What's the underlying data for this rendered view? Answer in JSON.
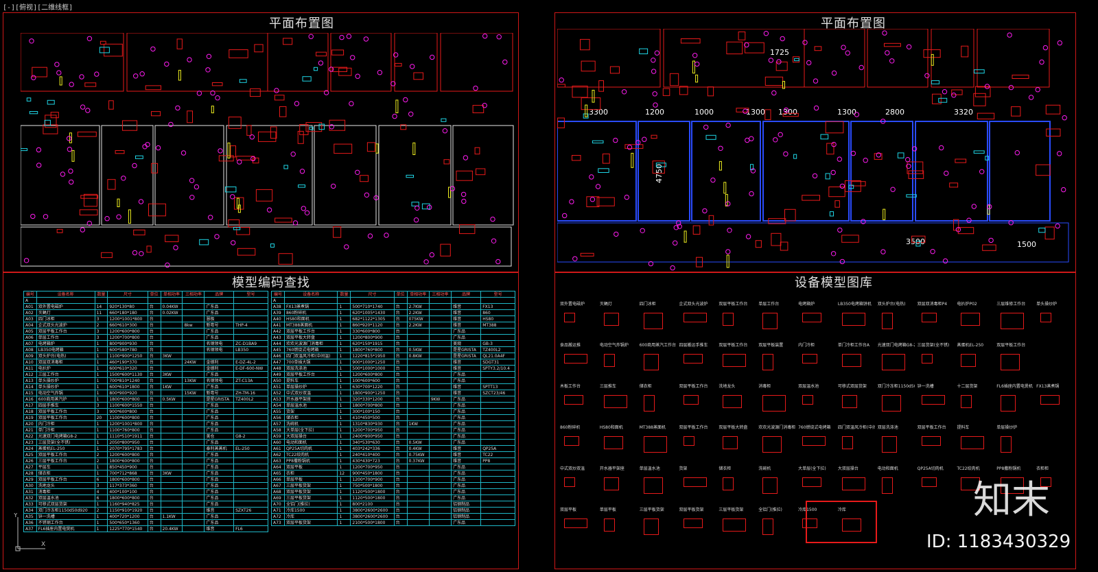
{
  "viewport_label": "[-][俯视][二维线框]",
  "titles": {
    "plan_left": "平面布置图",
    "plan_right": "平面布置图",
    "lookup": "模型编码查找",
    "library": "设备模型图库"
  },
  "dimensions": {
    "top": [
      "1725"
    ],
    "row": [
      "3300",
      "1200",
      "1000",
      "1300",
      "1300",
      "1300",
      "2800",
      "3320"
    ],
    "vertical": [
      "4750"
    ],
    "bottom": [
      "3500",
      "1500"
    ]
  },
  "table_headers": [
    "编号",
    "设备名称",
    "数量",
    "尺寸",
    "单位",
    "单相功率",
    "三相功率",
    "品牌",
    "型号"
  ],
  "table_left": [
    [
      "A",
      "",
      "",
      "",
      "",
      "",
      "",
      "",
      ""
    ],
    [
      "A01",
      "双外置电磁炉",
      "14",
      "920*130*80",
      "台",
      "0.04KW",
      "",
      "广东品",
      ""
    ],
    [
      "A02",
      "灭蝇灯",
      "11",
      "660*180*180",
      "台",
      "0.02KW",
      "",
      "广东品",
      ""
    ],
    [
      "A03",
      "四门冰柜",
      "3",
      "1200*1001*800",
      "台",
      "",
      "",
      "慧极",
      "",
      ""
    ],
    [
      "A04",
      "企式双头光波炉",
      "2",
      "660*610*300",
      "台",
      "",
      "8kw",
      "新粤号",
      "THP-4"
    ],
    [
      "A05",
      "双层平板工作台",
      "3",
      "1200*600*800",
      "台",
      "",
      "",
      "广东品",
      ""
    ],
    [
      "A06",
      "单层工作台",
      "3",
      "1200*700*800",
      "台",
      "",
      "",
      "广东品",
      ""
    ],
    [
      "A07",
      "电烤箱炉",
      "1",
      "800*900*930",
      "台",
      "",
      "",
      "名钢领电",
      "ZC-D1BA9"
    ],
    [
      "A08",
      "LB350电烤箱",
      "1",
      "600*580*780",
      "台",
      "",
      "",
      "名钢领电",
      "LB350"
    ],
    [
      "A09",
      "双头炉台(电热)",
      "1",
      "1100*900*1250",
      "台",
      "3KW",
      "",
      "",
      ""
    ],
    [
      "A10",
      "双层双消毒柜",
      "1",
      "460*190*370",
      "台",
      "",
      "24KW",
      "金德利",
      "E-DZ-4L-2"
    ],
    [
      "A11",
      "电扒炉",
      "1",
      "600*610*320",
      "台",
      "",
      "",
      "金德利",
      "E-DF-600-NW"
    ],
    [
      "A12",
      "三层工作台",
      "1",
      "1500*600*1130",
      "台",
      "3KW",
      "",
      "广东品",
      ""
    ],
    [
      "A13",
      "单头操炒炉",
      "1",
      "700*810*1240",
      "台",
      "",
      "13KW",
      "名钢领电",
      "ZT-C13A"
    ],
    [
      "A14",
      "单头操炒炉",
      "1",
      "600*610*1800",
      "台",
      "1KW",
      "",
      "广东品",
      ""
    ],
    [
      "A15",
      "电动空气炸锅",
      "1",
      "800*900*920",
      "台",
      "",
      "15KW",
      "新粤号",
      "ZH-TM-16"
    ],
    [
      "A16",
      "600商用蒸汽炉",
      "1",
      "1800*600*800",
      "台",
      "0.5KW",
      "",
      "是星GRISTA",
      "TZ400L2"
    ],
    [
      "A17",
      "四层手推车",
      "3",
      "1100*600*1550",
      "台",
      "",
      "",
      "广东品",
      ""
    ],
    [
      "A18",
      "双层平板工作台",
      "3",
      "900*600*800",
      "台",
      "",
      "",
      "广东品",
      ""
    ],
    [
      "A19",
      "双层平板工作台",
      "20",
      "1100*600*800",
      "台",
      "",
      "",
      "广东品",
      ""
    ],
    [
      "A20",
      "内门冷柜",
      "1",
      "1200*1001*800",
      "台",
      "",
      "",
      "广东品",
      ""
    ],
    [
      "A21",
      "单门冷柜",
      "1",
      "1100*760*800",
      "台",
      "",
      "",
      "广东品",
      ""
    ],
    [
      "A22",
      "光速双门电烤箱G8-2",
      "1",
      "1110*510*1911",
      "台",
      "",
      "",
      "美仓",
      "G8-2"
    ],
    [
      "A23",
      "三层货架(全不锈)",
      "1",
      "2050*800*950",
      "台",
      "",
      "",
      "广东品",
      ""
    ],
    [
      "A24",
      "蒸蛋机EL-250",
      "1",
      "2070*795*1783",
      "台",
      "",
      "",
      "泰利蒸蒸机",
      "EL-250"
    ],
    [
      "A25",
      "双层平板工作台",
      "2",
      "1200*600*800",
      "台",
      "",
      "",
      "广东品",
      ""
    ],
    [
      "A26",
      "三层平板工作台",
      "2",
      "1800*600*800",
      "台",
      "",
      "",
      "广东品",
      ""
    ],
    [
      "A27",
      "平层车",
      "1",
      "850*450*900",
      "台",
      "",
      "",
      "广东品",
      ""
    ],
    [
      "A28",
      "储衣柜",
      "1",
      "700*712*868",
      "台",
      "3KW",
      "",
      "广东品",
      ""
    ],
    [
      "A29",
      "双层平板工作台",
      "6",
      "1800*600*800",
      "台",
      "",
      "",
      "广东品",
      ""
    ],
    [
      "A30",
      "洗地龙头",
      "3",
      "117*373*360",
      "台",
      "",
      "",
      "广东品",
      ""
    ],
    [
      "A31",
      "消毒柜",
      "4",
      "400*100*100",
      "台",
      "",
      "",
      "广东品",
      ""
    ],
    [
      "A32",
      "双层温水池",
      "6",
      "1800*600*800",
      "台",
      "",
      "",
      "广东品",
      ""
    ],
    [
      "A33",
      "可移式双层货架",
      "1",
      "1160*940*825",
      "台",
      "",
      "",
      "广东品",
      ""
    ],
    [
      "A34",
      "双门冷冻柜1150d50d920",
      "2",
      "1150*910*1920",
      "台",
      "",
      "",
      "维音",
      "SZXT26"
    ],
    [
      "A35",
      "锌一洗槽",
      "1",
      "400*720*1200",
      "台",
      "1.1KW",
      "",
      "广东品",
      ""
    ],
    [
      "A36",
      "不锈钢工作台",
      "1",
      "500*650*1360",
      "台",
      "",
      "",
      "广东品",
      ""
    ],
    [
      "A37",
      "FL6插座内置电煲机",
      "1",
      "1225*770*1540",
      "台",
      "20.4KW",
      "",
      "维音",
      "FL6"
    ]
  ],
  "table_right": [
    [
      "A",
      "",
      "",
      "",
      "",
      "",
      "",
      "",
      ""
    ],
    [
      "A38",
      "FX13蒸煮锅",
      "1",
      "500*710*1740",
      "台",
      "2.7KW",
      "",
      "维音",
      "FX13"
    ],
    [
      "A39",
      "860粉碎机",
      "1",
      "620*1005*1430",
      "台",
      "2.2KW",
      "",
      "维音",
      "860"
    ],
    [
      "A40",
      "HS80和面机",
      "1",
      "682*1122*1305",
      "台",
      "075KW",
      "",
      "维音",
      "HS80"
    ],
    [
      "A41",
      "MT388蒸面机",
      "1",
      "860*920*1120",
      "台",
      "2.2KW",
      "",
      "维音",
      "MT388"
    ],
    [
      "A42",
      "双层平板工作台",
      "1",
      "330*600*800",
      "台",
      "",
      "",
      "广东品",
      ""
    ],
    [
      "A43",
      "双层平板大转盘",
      "1",
      "1200*800*900",
      "台",
      "",
      "",
      "广东品",
      ""
    ],
    [
      "A44",
      "欢欢光波源门消毒柜",
      "1",
      "620*150*1915",
      "台",
      "",
      "",
      "美观",
      "GB-3"
    ],
    [
      "A45",
      "760燃烧式电烤箱",
      "1",
      "1800*760*800",
      "台",
      "0.5KW",
      "",
      "是星GRISTA",
      "TZ400L2"
    ],
    [
      "A46",
      "四门双温风冷柜(中间温)",
      "1",
      "1220*815*1950",
      "台",
      "0.8KW",
      "",
      "是星GRISTA",
      "QL21.0A4F"
    ],
    [
      "A47",
      "700单插大锅",
      "1",
      "900*1000*1250",
      "台",
      "",
      "",
      "维音",
      "SDGT31"
    ],
    [
      "A48",
      "双层洗涤池",
      "1",
      "500*1000*1000",
      "台",
      "",
      "",
      "维音",
      "SPTY3.2/10.4"
    ],
    [
      "A49",
      "双层平板工作台",
      "1",
      "1200*600*800",
      "台",
      "",
      "",
      "广东品",
      ""
    ],
    [
      "A50",
      "提料车",
      "1",
      "100*600*600",
      "台",
      "",
      "",
      "广东品",
      ""
    ],
    [
      "A51",
      "单层操炒炉",
      "1",
      "630*700*1220",
      "台",
      "",
      "",
      "维音",
      "SPTT13"
    ],
    [
      "A52",
      "中式双炒双温",
      "1",
      "1800*900*1250",
      "台",
      "",
      "",
      "维音",
      "SZCT23/46"
    ],
    [
      "A53",
      "开水器平架座",
      "1",
      "320*330*1200",
      "台",
      "",
      "9KW",
      "广东品",
      ""
    ],
    [
      "A54",
      "单层温水池",
      "1",
      "1800*700*800",
      "台",
      "",
      "",
      "广东品",
      ""
    ],
    [
      "A55",
      "货架",
      "1",
      "300*100*150",
      "台",
      "",
      "",
      "广东品",
      ""
    ],
    [
      "A56",
      "储衣柜",
      "1",
      "410*450*500",
      "台",
      "",
      "",
      "广东品",
      ""
    ],
    [
      "A57",
      "洗碗机",
      "1",
      "1310*830*930",
      "台",
      "1KW",
      "",
      "广东品",
      ""
    ],
    [
      "A58",
      "大单层(全下拉)",
      "1",
      "1200*700*950",
      "台",
      "",
      "",
      "广东品",
      ""
    ],
    [
      "A59",
      "大双层操台",
      "1",
      "2400*900*950",
      "台",
      "",
      "",
      "广东品",
      ""
    ],
    [
      "A60",
      "电动和面机",
      "1",
      "340*530*630",
      "台",
      "0.5KW",
      "",
      "广东品",
      ""
    ],
    [
      "A61",
      "QP25A切肉机",
      "1",
      "403*242*336",
      "台",
      "0.4KW",
      "",
      "维音",
      "QP25A"
    ],
    [
      "A62",
      "TC22绞肉机",
      "1",
      "240*410*400",
      "台",
      "0.75KW",
      "",
      "维音",
      "TC22"
    ],
    [
      "A63",
      "PP8撒粉锅机",
      "1",
      "430*430*723",
      "台",
      "0.37KW",
      "",
      "维音",
      "PP8"
    ],
    [
      "A64",
      "双层平板",
      "1",
      "1200*700*950",
      "台",
      "",
      "",
      "广东品",
      ""
    ],
    [
      "A65",
      "衣柜",
      "12",
      "900*450*1800",
      "台",
      "",
      "",
      "广东品",
      ""
    ],
    [
      "A66",
      "单层平板",
      "1",
      "1200*700*900",
      "台",
      "",
      "",
      "广东品",
      ""
    ],
    [
      "A67",
      "三层平板货架",
      "1",
      "750*500*1800",
      "台",
      "",
      "",
      "广东品",
      ""
    ],
    [
      "A68",
      "双层平板货架",
      "1",
      "1120*500*1800",
      "台",
      "",
      "",
      "广东品",
      ""
    ],
    [
      "A69",
      "三层平板货架",
      "1",
      "1120*500*1800",
      "台",
      "",
      "",
      "广东品",
      ""
    ],
    [
      "A70",
      "全铝门(推拉)",
      "1",
      "800*2100",
      "台",
      "",
      "",
      "铝钢制品",
      ""
    ],
    [
      "A71",
      "冷库1500",
      "1",
      "3800*2600*2600",
      "台",
      "",
      "",
      "铝钢制品",
      ""
    ],
    [
      "A72",
      "冷库",
      "1",
      "3800*2600*2600",
      "台",
      "",
      "",
      "铝钢制品",
      ""
    ],
    [
      "A73",
      "双层平板货架",
      "1",
      "2100*500*1800",
      "台",
      "",
      "",
      "广东品",
      ""
    ]
  ],
  "library_rows": [
    [
      "双外置电磁炉",
      "灭蝇灯",
      "四门冰柜",
      "企式双头光波炉",
      "双层平板工作台",
      "单层工作台",
      "电烤箱炉",
      "LB350电烤箱饼机",
      "双头炉台(电热)",
      "双层双消毒柜P4",
      "电扒炉P02",
      "三层维修工作台",
      "单头操炒炉"
    ],
    [
      "食品搬运推",
      "电动空气炸锅炉",
      "600商用蒸汽工作台",
      "四层搬运手推车",
      "双层平板工作台",
      "双层平板装置",
      "内门冷柜",
      "单门冷柜工作台A",
      "光速双门电烤箱G8-2",
      "三层货架(全不锈)",
      "蒸蛋机EL-250",
      "双层平板工作台"
    ],
    [
      "木板工作台",
      "三层推车",
      "储衣柜",
      "双层平板工作台",
      "洗地龙头",
      "消毒柜",
      "双层温水池",
      "可移式双层货架",
      "双门冷冻柜1150d50d920",
      "锌一洗槽",
      "十二层货架",
      "FL6插座内置电煲机",
      "FX13蒸煮锅"
    ],
    [
      "860粉碎机",
      "HS80和面机",
      "MT388蒸面机",
      "双层平板工作台",
      "双层平板大转盘",
      "欢欢光波源门消毒柜",
      "760燃烧式电烤箱",
      "四门双温风冷柜(中间温)700单插大锅",
      "双层洗涤池",
      "双层平板工作台",
      "提料车",
      "单层操炒炉"
    ],
    [
      "中式双炒双温",
      "开水器平架座",
      "单层温水池",
      "货架",
      "储衣柜",
      "洗碗机",
      "大单层(全下拉)",
      "大双层操台",
      "电动和面机",
      "QP25A切肉机",
      "TC22绞肉机",
      "PP8撒粉锅机",
      "衣柜柜"
    ],
    [
      "双层平板",
      "单层平板",
      "三层平板货架",
      "双层平板货架",
      "三层平板货架",
      "全铝门(推拉)",
      "冷库1500",
      "冷库"
    ]
  ],
  "watermark": {
    "logo": "知末",
    "id": "ID: 1183430329"
  },
  "colors": {
    "frame": "#d01818",
    "magenta": "#ff1cf0",
    "cyan": "#1fd6e6",
    "blue": "#2a4cff",
    "yellow": "#f0f020",
    "red": "#e81a1a",
    "white": "#e8e8e8"
  }
}
